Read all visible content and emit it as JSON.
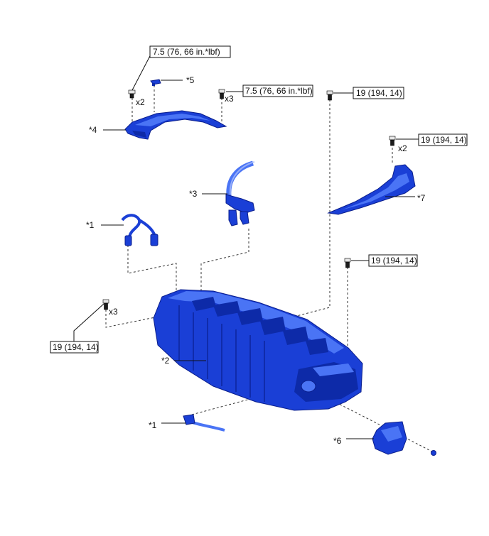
{
  "callouts": {
    "c1a": "*1",
    "c1b": "*1",
    "c2": "*2",
    "c3": "*3",
    "c4": "*4",
    "c5": "*5",
    "c6": "*6",
    "c7": "*7"
  },
  "torques": {
    "t_top_left": "7.5 (76, 66 in.*lbf)",
    "t_top_mid": "7.5 (76, 66 in.*lbf)",
    "t_top_right": "19 (194, 14)",
    "t_right_arm": "19 (194, 14)",
    "t_right_mid": "19 (194, 14)",
    "t_left_low": "19 (194, 14)"
  },
  "quantities": {
    "q_left_top": "x2",
    "q_mid_top": "x3",
    "q_right_arm": "x2",
    "q_left_low": "x3"
  },
  "colors": {
    "part_blue": "#1a3fd6",
    "line": "#111111"
  }
}
